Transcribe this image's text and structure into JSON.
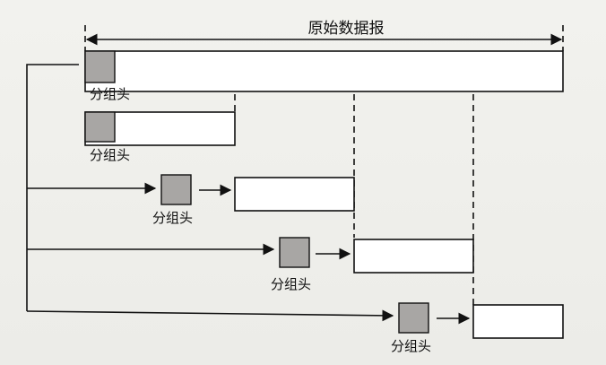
{
  "title": "原始数据报",
  "header_label": "分组头",
  "colors": {
    "line": "#111111",
    "header_fill": "#a8a6a4",
    "segment_fill": "#ffffff",
    "background": "#efefeb"
  },
  "fragment_count": 4,
  "reassembly_steps": 3
}
